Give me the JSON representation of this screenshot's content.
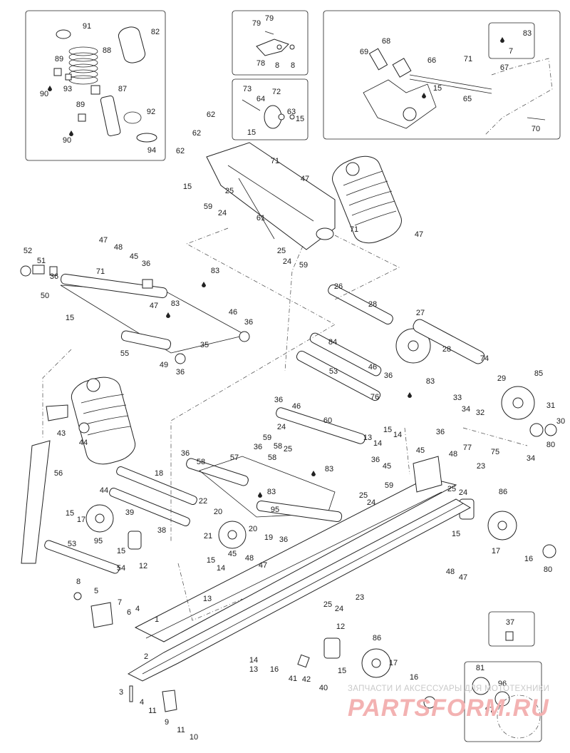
{
  "watermark": {
    "caption": "ЗАПЧАСТИ И АКСЕССУАРЫ ДЛЯ МОТОТЕХНИКИ",
    "logo": "PARTSFORM.RU"
  },
  "callouts": [
    {
      "id": "c91",
      "text": "91"
    },
    {
      "id": "c82",
      "text": "82"
    },
    {
      "id": "c88",
      "text": "88"
    },
    {
      "id": "c89a",
      "text": "89"
    },
    {
      "id": "c90a",
      "text": "90"
    },
    {
      "id": "c93",
      "text": "93"
    },
    {
      "id": "c87",
      "text": "87"
    },
    {
      "id": "c89b",
      "text": "89"
    },
    {
      "id": "c92",
      "text": "92"
    },
    {
      "id": "c90b",
      "text": "90"
    },
    {
      "id": "c94",
      "text": "94"
    },
    {
      "id": "c79a",
      "text": "79"
    },
    {
      "id": "c79b",
      "text": "79"
    },
    {
      "id": "c78",
      "text": "78"
    },
    {
      "id": "c8a",
      "text": "8"
    },
    {
      "id": "c8b",
      "text": "8"
    },
    {
      "id": "c73",
      "text": "73"
    },
    {
      "id": "c64",
      "text": "64"
    },
    {
      "id": "c72",
      "text": "72"
    },
    {
      "id": "c63",
      "text": "63"
    },
    {
      "id": "c15a",
      "text": "15"
    },
    {
      "id": "c68",
      "text": "68"
    },
    {
      "id": "c69",
      "text": "69"
    },
    {
      "id": "c66",
      "text": "66"
    },
    {
      "id": "c71a",
      "text": "71"
    },
    {
      "id": "c83a",
      "text": "83"
    },
    {
      "id": "c7a",
      "text": "7"
    },
    {
      "id": "c67",
      "text": "67"
    },
    {
      "id": "c15b",
      "text": "15"
    },
    {
      "id": "c65",
      "text": "65"
    },
    {
      "id": "c70",
      "text": "70"
    },
    {
      "id": "c62a",
      "text": "62"
    },
    {
      "id": "c62b",
      "text": "62"
    },
    {
      "id": "c62c",
      "text": "62"
    },
    {
      "id": "c15c",
      "text": "15"
    },
    {
      "id": "c15d",
      "text": "15"
    },
    {
      "id": "c71b",
      "text": "71"
    },
    {
      "id": "c47a",
      "text": "47"
    },
    {
      "id": "c25a",
      "text": "25"
    },
    {
      "id": "c59a",
      "text": "59"
    },
    {
      "id": "c24a",
      "text": "24"
    },
    {
      "id": "c61",
      "text": "61"
    },
    {
      "id": "c71c",
      "text": "71"
    },
    {
      "id": "c47b",
      "text": "47"
    },
    {
      "id": "c25b",
      "text": "25"
    },
    {
      "id": "c24b",
      "text": "24"
    },
    {
      "id": "c59b",
      "text": "59"
    },
    {
      "id": "c52",
      "text": "52"
    },
    {
      "id": "c51",
      "text": "51"
    },
    {
      "id": "c36a",
      "text": "36"
    },
    {
      "id": "c50",
      "text": "50"
    },
    {
      "id": "c47c",
      "text": "47"
    },
    {
      "id": "c48a",
      "text": "48"
    },
    {
      "id": "c45a",
      "text": "45"
    },
    {
      "id": "c36b",
      "text": "36"
    },
    {
      "id": "c71d",
      "text": "71"
    },
    {
      "id": "c83b",
      "text": "83"
    },
    {
      "id": "c15e",
      "text": "15"
    },
    {
      "id": "c47d",
      "text": "47"
    },
    {
      "id": "c83c",
      "text": "83"
    },
    {
      "id": "c46a",
      "text": "46"
    },
    {
      "id": "c36c",
      "text": "36"
    },
    {
      "id": "c55",
      "text": "55"
    },
    {
      "id": "c35",
      "text": "35"
    },
    {
      "id": "c49",
      "text": "49"
    },
    {
      "id": "c36d",
      "text": "36"
    },
    {
      "id": "c26",
      "text": "26"
    },
    {
      "id": "c28a",
      "text": "28"
    },
    {
      "id": "c27",
      "text": "27"
    },
    {
      "id": "c28b",
      "text": "28"
    },
    {
      "id": "c74",
      "text": "74"
    },
    {
      "id": "c84",
      "text": "84"
    },
    {
      "id": "c46b",
      "text": "46"
    },
    {
      "id": "c36e",
      "text": "36"
    },
    {
      "id": "c53a",
      "text": "53"
    },
    {
      "id": "c83d",
      "text": "83"
    },
    {
      "id": "c29",
      "text": "29"
    },
    {
      "id": "c85",
      "text": "85"
    },
    {
      "id": "c76",
      "text": "76"
    },
    {
      "id": "c33",
      "text": "33"
    },
    {
      "id": "c34a",
      "text": "34"
    },
    {
      "id": "c32",
      "text": "32"
    },
    {
      "id": "c31",
      "text": "31"
    },
    {
      "id": "c30",
      "text": "30"
    },
    {
      "id": "c36f",
      "text": "36"
    },
    {
      "id": "c77",
      "text": "77"
    },
    {
      "id": "c75",
      "text": "75"
    },
    {
      "id": "c34b",
      "text": "34"
    },
    {
      "id": "c80a",
      "text": "80"
    },
    {
      "id": "c43",
      "text": "43"
    },
    {
      "id": "c44a",
      "text": "44"
    },
    {
      "id": "c56",
      "text": "56"
    },
    {
      "id": "c36g",
      "text": "36"
    },
    {
      "id": "c46c",
      "text": "46"
    },
    {
      "id": "c60",
      "text": "60"
    },
    {
      "id": "c59c",
      "text": "59"
    },
    {
      "id": "c24c",
      "text": "24"
    },
    {
      "id": "c25c",
      "text": "25"
    },
    {
      "id": "c36h",
      "text": "36"
    },
    {
      "id": "c58a",
      "text": "58"
    },
    {
      "id": "c36i",
      "text": "36"
    },
    {
      "id": "c58b",
      "text": "58"
    },
    {
      "id": "c57",
      "text": "57"
    },
    {
      "id": "c58c",
      "text": "58"
    },
    {
      "id": "c83e",
      "text": "83"
    },
    {
      "id": "c83f",
      "text": "83"
    },
    {
      "id": "c13a",
      "text": "13"
    },
    {
      "id": "c15f",
      "text": "15"
    },
    {
      "id": "c14a",
      "text": "14"
    },
    {
      "id": "c14b",
      "text": "14"
    },
    {
      "id": "c45b",
      "text": "45"
    },
    {
      "id": "c36j",
      "text": "36"
    },
    {
      "id": "c45c",
      "text": "45"
    },
    {
      "id": "c59d",
      "text": "59"
    },
    {
      "id": "c25d",
      "text": "25"
    },
    {
      "id": "c24d",
      "text": "24"
    },
    {
      "id": "c48b",
      "text": "48"
    },
    {
      "id": "c23a",
      "text": "23"
    },
    {
      "id": "c25e",
      "text": "25"
    },
    {
      "id": "c24e",
      "text": "24"
    },
    {
      "id": "c86a",
      "text": "86"
    },
    {
      "id": "c18",
      "text": "18"
    },
    {
      "id": "c44b",
      "text": "44"
    },
    {
      "id": "c39",
      "text": "39"
    },
    {
      "id": "c22",
      "text": "22"
    },
    {
      "id": "c20a",
      "text": "20"
    },
    {
      "id": "c21",
      "text": "21"
    },
    {
      "id": "c95a",
      "text": "95"
    },
    {
      "id": "c15g",
      "text": "15"
    },
    {
      "id": "c17a",
      "text": "17"
    },
    {
      "id": "c38",
      "text": "38"
    },
    {
      "id": "c95b",
      "text": "95"
    },
    {
      "id": "c20b",
      "text": "20"
    },
    {
      "id": "c19",
      "text": "19"
    },
    {
      "id": "c36k",
      "text": "36"
    },
    {
      "id": "c15h",
      "text": "15"
    },
    {
      "id": "c12a",
      "text": "12"
    },
    {
      "id": "c45d",
      "text": "45"
    },
    {
      "id": "c48c",
      "text": "48"
    },
    {
      "id": "c47e",
      "text": "47"
    },
    {
      "id": "c53b",
      "text": "53"
    },
    {
      "id": "c54",
      "text": "54"
    },
    {
      "id": "c15i",
      "text": "15"
    },
    {
      "id": "c14c",
      "text": "14"
    },
    {
      "id": "c13b",
      "text": "13"
    },
    {
      "id": "c12b",
      "text": "12"
    },
    {
      "id": "c15j",
      "text": "15"
    },
    {
      "id": "c17b",
      "text": "17"
    },
    {
      "id": "c16a",
      "text": "16"
    },
    {
      "id": "c80b",
      "text": "80"
    },
    {
      "id": "c48d",
      "text": "48"
    },
    {
      "id": "c47f",
      "text": "47"
    },
    {
      "id": "c8c",
      "text": "8"
    },
    {
      "id": "c5",
      "text": "5"
    },
    {
      "id": "c7b",
      "text": "7"
    },
    {
      "id": "c6",
      "text": "6"
    },
    {
      "id": "c4a",
      "text": "4"
    },
    {
      "id": "c1",
      "text": "1"
    },
    {
      "id": "c2",
      "text": "2"
    },
    {
      "id": "c25f",
      "text": "25"
    },
    {
      "id": "c24f",
      "text": "24"
    },
    {
      "id": "c23b",
      "text": "23"
    },
    {
      "id": "c14d",
      "text": "14"
    },
    {
      "id": "c13c",
      "text": "13"
    },
    {
      "id": "c16b",
      "text": "16"
    },
    {
      "id": "c41",
      "text": "41"
    },
    {
      "id": "c42",
      "text": "42"
    },
    {
      "id": "c40",
      "text": "40"
    },
    {
      "id": "c12c",
      "text": "12"
    },
    {
      "id": "c86b",
      "text": "86"
    },
    {
      "id": "c15k",
      "text": "15"
    },
    {
      "id": "c17c",
      "text": "17"
    },
    {
      "id": "c16c",
      "text": "16"
    },
    {
      "id": "c3",
      "text": "3"
    },
    {
      "id": "c4b",
      "text": "4"
    },
    {
      "id": "c11a",
      "text": "11"
    },
    {
      "id": "c9",
      "text": "9"
    },
    {
      "id": "c11b",
      "text": "11"
    },
    {
      "id": "c10",
      "text": "10"
    },
    {
      "id": "c37",
      "text": "37"
    },
    {
      "id": "c81",
      "text": "81"
    },
    {
      "id": "c96",
      "text": "96"
    },
    {
      "id": "c97",
      "text": "97"
    }
  ]
}
